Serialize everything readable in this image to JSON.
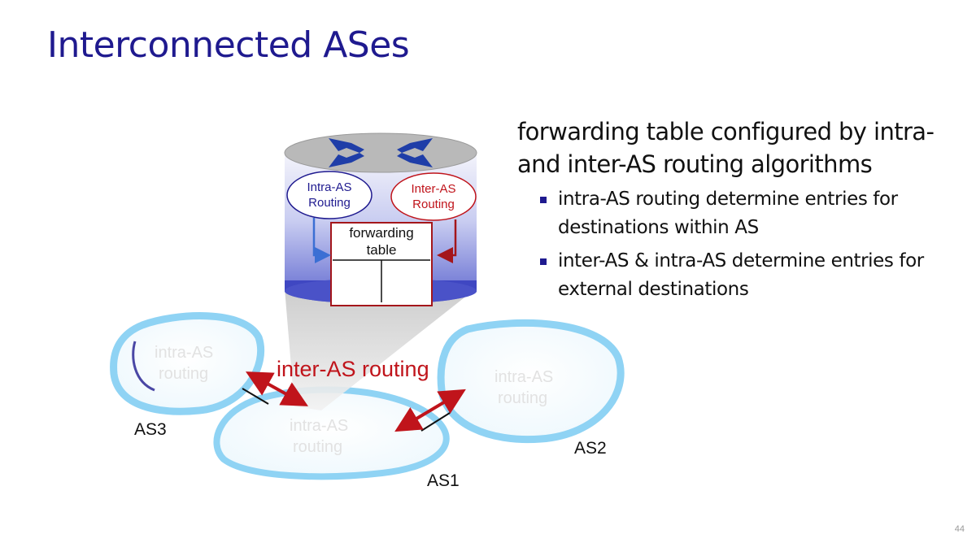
{
  "slide": {
    "title": "Interconnected ASes",
    "heading": "forwarding table  configured by intra- and inter-AS routing algorithms",
    "bullets": [
      "intra-AS routing determine entries for destinations within AS",
      "inter-AS & intra-AS determine entries for external destinations"
    ],
    "page_number": "44"
  },
  "router": {
    "intra_label_line1": "Intra-AS",
    "intra_label_line2": "Routing",
    "inter_label_line1": "Inter-AS",
    "inter_label_line2": "Routing",
    "table_label_line1": "forwarding",
    "table_label_line2": "table"
  },
  "network": {
    "inter_as_label": "inter-AS routing",
    "as1_label": "AS1",
    "as2_label": "AS2",
    "as3_label": "AS3",
    "as_inner_text_line1": "intra-AS",
    "as_inner_text_line2": "routing"
  },
  "colors": {
    "title": "#1f1a8f",
    "intra": "#1f1a8f",
    "inter": "#c0141b",
    "cloud_outline": "#8fd3f4",
    "router_top": "#b9b9b9",
    "router_body": "#6f77d6"
  }
}
